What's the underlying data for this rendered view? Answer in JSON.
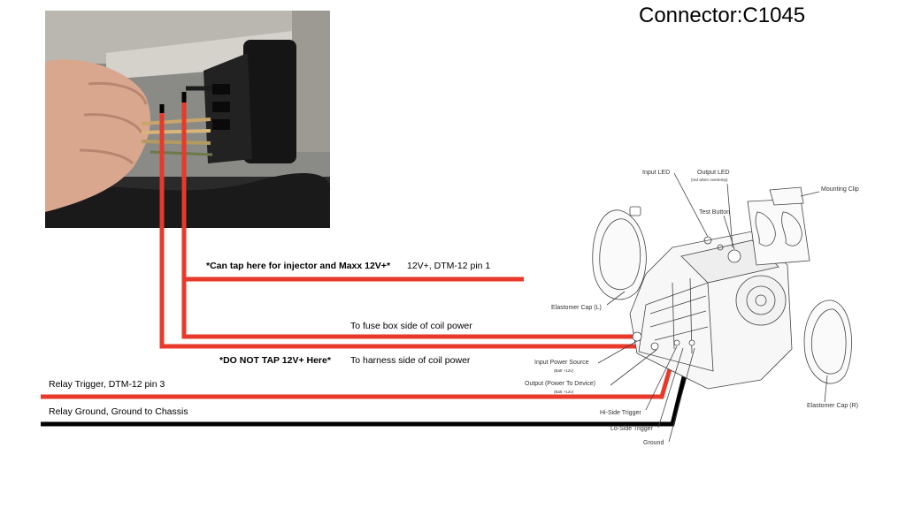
{
  "title": "Connector:C1045",
  "labels": {
    "can_tap": "*Can tap here for injector and Maxx 12V+*",
    "dtm_pin1": "12V+, DTM-12 pin 1",
    "fuse_box": "To fuse box side of coil power",
    "do_not_tap": "*DO NOT TAP 12V+ Here*",
    "harness": "To harness side of coil power",
    "relay_trigger": "Relay Trigger, DTM-12 pin 3",
    "relay_ground": "Relay Ground, Ground to Chassis"
  },
  "device_callouts": {
    "input_led": "Input LED",
    "output_led": "Output LED",
    "output_led_note": "(red when overtemp)",
    "mounting_clip": "Mounting Clip",
    "test_button": "Test Button",
    "elastomer_cap_l": "Elastomer Cap (L)",
    "input_power_source": "Input Power Source",
    "input_power_note": "(Batt +12v)",
    "output_power": "Output (Power To Device)",
    "output_power_note": "(Batt +12v)",
    "hi_side_trigger": "Hi-Side Trigger",
    "lo_side_trigger": "Lo-Side Trigger",
    "ground": "Ground",
    "elastomer_cap_r": "Elastomer Cap (R)"
  },
  "colors": {
    "power_wire": "#e8392a",
    "ground_wire": "#000000"
  }
}
